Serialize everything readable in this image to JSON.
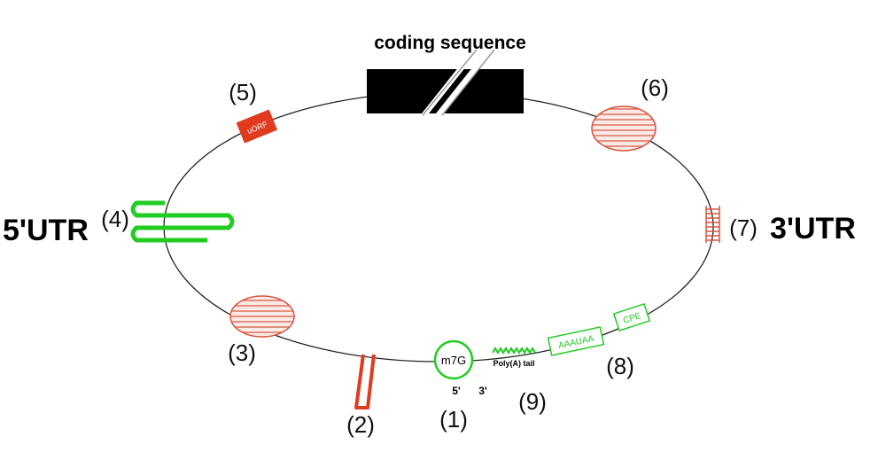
{
  "title": "coding sequence",
  "utr5_label": "5'UTR",
  "utr3_label": "3'UTR",
  "numbers": {
    "n1": "(1)",
    "n2": "(2)",
    "n3": "(3)",
    "n4": "(4)",
    "n5": "(5)",
    "n6": "(6)",
    "n7": "(7)",
    "n8": "(8)",
    "n9": "(9)"
  },
  "cap_label": "m7G",
  "end5_label": "5'",
  "end3_label": "3'",
  "uorf_label": "uORF",
  "polya_label": "Poly(A) tail",
  "aauaaa_label": "AAAUAA",
  "cpe_label": "CPE",
  "colors": {
    "red": "#e03b1e",
    "hatch_red": "#d9533c",
    "green": "#22cc22",
    "black": "#000000"
  }
}
